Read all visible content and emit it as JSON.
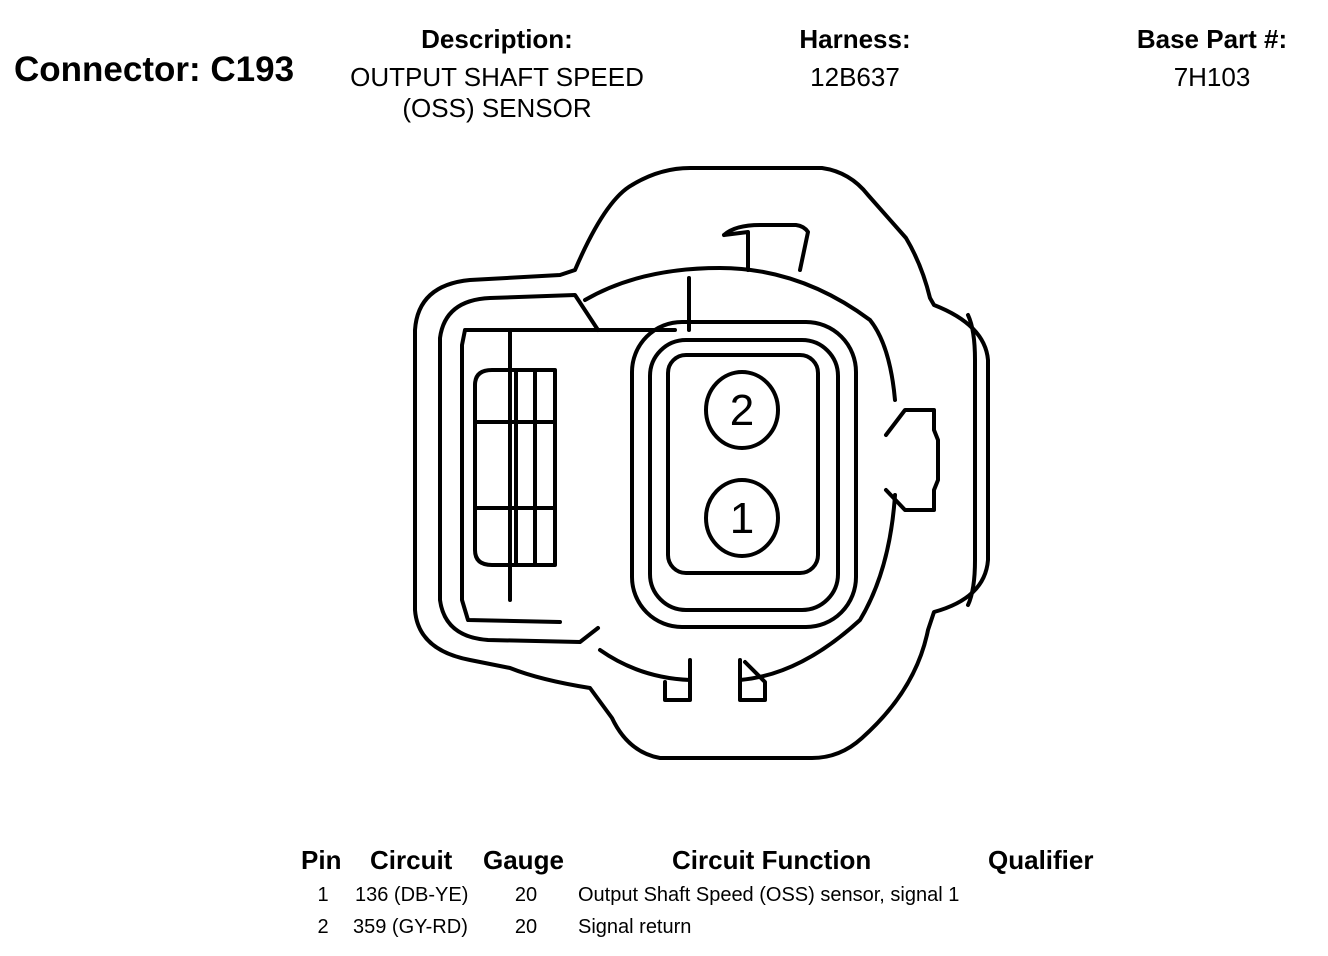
{
  "connector": {
    "label": "Connector: C193"
  },
  "header": {
    "description_label": "Description:",
    "description_line1": "OUTPUT SHAFT SPEED",
    "description_line2": "(OSS) SENSOR",
    "harness_label": "Harness:",
    "harness_value": "12B637",
    "base_part_label": "Base Part #:",
    "base_part_value": "7H103"
  },
  "pins_in_face": [
    "2",
    "1"
  ],
  "table": {
    "headers": {
      "pin": "Pin",
      "circuit": "Circuit",
      "gauge": "Gauge",
      "function": "Circuit Function",
      "qualifier": "Qualifier"
    },
    "rows": [
      {
        "pin": "1",
        "circuit": "136 (DB-YE)",
        "gauge": "20",
        "function": "Output Shaft Speed (OSS) sensor, signal 1",
        "qualifier": ""
      },
      {
        "pin": "2",
        "circuit": "359 (GY-RD)",
        "gauge": "20",
        "function": "Signal return",
        "qualifier": ""
      }
    ]
  }
}
